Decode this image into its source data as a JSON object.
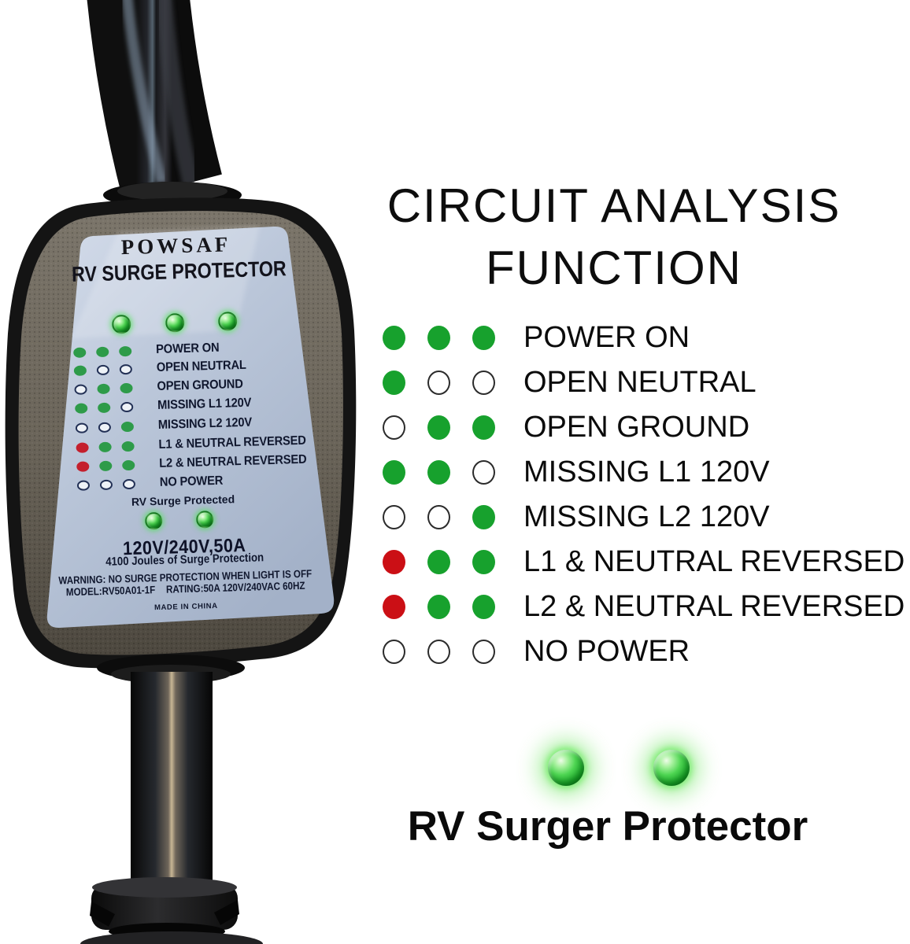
{
  "colors": {
    "led_green": "#17a12d",
    "led_red": "#cb0f15",
    "led_off_border": "#2b2b2b",
    "label_panel_blue": "#b9c5d8",
    "device_body_gray": "#6b655a",
    "device_text_navy": "#10172e"
  },
  "device": {
    "brand": "POWSAF",
    "title": "RV SURGE PROTECTOR",
    "indicator_rows": [
      {
        "label": "POWER ON",
        "dots": [
          "green",
          "green",
          "green"
        ]
      },
      {
        "label": "OPEN NEUTRAL",
        "dots": [
          "green",
          "off",
          "off"
        ]
      },
      {
        "label": "OPEN GROUND",
        "dots": [
          "off",
          "green",
          "green"
        ]
      },
      {
        "label": "MISSING L1 120V",
        "dots": [
          "green",
          "green",
          "off"
        ]
      },
      {
        "label": "MISSING L2 120V",
        "dots": [
          "off",
          "off",
          "green"
        ]
      },
      {
        "label": "L1 & NEUTRAL REVERSED",
        "dots": [
          "red",
          "green",
          "green"
        ]
      },
      {
        "label": "L2 & NEUTRAL REVERSED",
        "dots": [
          "red",
          "green",
          "green"
        ]
      },
      {
        "label": "NO POWER",
        "dots": [
          "off",
          "off",
          "off"
        ]
      }
    ],
    "surge_status_label": "RV Surge Protected",
    "rating_main": "120V/240V,50A",
    "rating_sub": "4100 Joules of Surge Protection",
    "warning": "WARNING: NO SURGE PROTECTION WHEN LIGHT IS OFF",
    "model": "MODEL:RV50A01-1F",
    "rating_detail": "RATING:50A 120V/240VAC 60HZ",
    "origin": "MADE IN CHINA"
  },
  "info_panel": {
    "title_line1": "CIRCUIT ANALYSIS",
    "title_line2": "FUNCTION",
    "legend": [
      {
        "label": "POWER ON",
        "dots": [
          "green",
          "green",
          "green"
        ]
      },
      {
        "label": "OPEN NEUTRAL",
        "dots": [
          "green",
          "off",
          "off"
        ]
      },
      {
        "label": "OPEN GROUND",
        "dots": [
          "off",
          "green",
          "green"
        ]
      },
      {
        "label": "MISSING L1 120V",
        "dots": [
          "green",
          "green",
          "off"
        ]
      },
      {
        "label": "MISSING L2 120V",
        "dots": [
          "off",
          "off",
          "green"
        ]
      },
      {
        "label": "L1 & NEUTRAL REVERSED",
        "dots": [
          "red",
          "green",
          "green"
        ]
      },
      {
        "label": "L2 & NEUTRAL REVERSED",
        "dots": [
          "red",
          "green",
          "green"
        ]
      },
      {
        "label": "NO POWER",
        "dots": [
          "off",
          "off",
          "off"
        ]
      }
    ],
    "footer_caption": "RV Surger Protector"
  }
}
